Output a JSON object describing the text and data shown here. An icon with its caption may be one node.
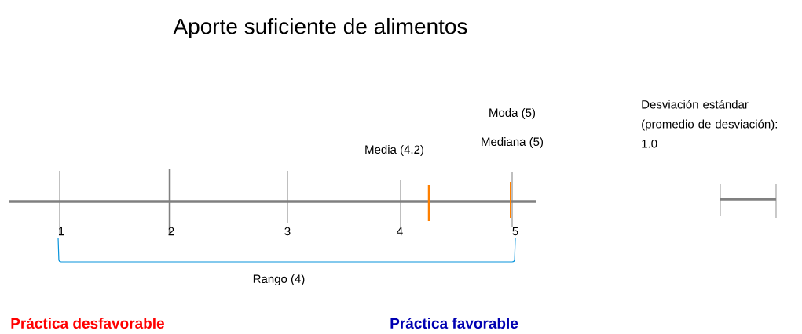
{
  "diagram": {
    "title": "Aporte suficiente de alimentos",
    "labels": [
      "Moda (5)",
      "Mediana  (5)",
      "Media (4.2)",
      "Desviación  estándar (promedio de desviación): 1.0",
      "1",
      "2",
      "3",
      "4",
      "5",
      "Rango (4)",
      "Práctica desfavorable",
      "Práctica favorable"
    ]
  }
}
